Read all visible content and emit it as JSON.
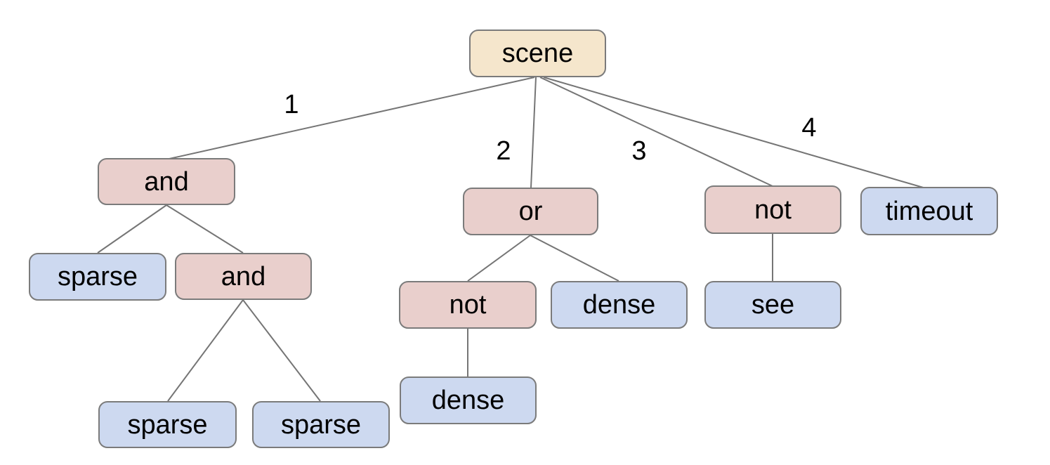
{
  "colors": {
    "background": "#ffffff",
    "root_fill": "#f5e6cc",
    "operator_fill": "#e9cfcc",
    "leaf_fill": "#cdd9f0",
    "node_border": "#7b7b7b",
    "edge_line": "#757575",
    "text": "#000000"
  },
  "tree": {
    "nodes": {
      "scene": {
        "label": "scene",
        "type": "root"
      },
      "and1": {
        "label": "and",
        "type": "operator"
      },
      "sparse1": {
        "label": "sparse",
        "type": "leaf"
      },
      "and2": {
        "label": "and",
        "type": "operator"
      },
      "sparse2": {
        "label": "sparse",
        "type": "leaf"
      },
      "sparse3": {
        "label": "sparse",
        "type": "leaf"
      },
      "or1": {
        "label": "or",
        "type": "operator"
      },
      "not1": {
        "label": "not",
        "type": "operator"
      },
      "dense1": {
        "label": "dense",
        "type": "leaf"
      },
      "dense2": {
        "label": "dense",
        "type": "leaf"
      },
      "not2": {
        "label": "not",
        "type": "operator"
      },
      "see1": {
        "label": "see",
        "type": "leaf"
      },
      "timeout1": {
        "label": "timeout",
        "type": "leaf"
      }
    },
    "edges": [
      {
        "from": "scene",
        "to": "and1",
        "label": "1"
      },
      {
        "from": "scene",
        "to": "or1",
        "label": "2"
      },
      {
        "from": "scene",
        "to": "not2",
        "label": "3"
      },
      {
        "from": "scene",
        "to": "timeout1",
        "label": "4"
      },
      {
        "from": "and1",
        "to": "sparse1"
      },
      {
        "from": "and1",
        "to": "and2"
      },
      {
        "from": "and2",
        "to": "sparse2"
      },
      {
        "from": "and2",
        "to": "sparse3"
      },
      {
        "from": "or1",
        "to": "not1"
      },
      {
        "from": "or1",
        "to": "dense1"
      },
      {
        "from": "not1",
        "to": "dense2"
      },
      {
        "from": "not2",
        "to": "see1"
      }
    ]
  }
}
